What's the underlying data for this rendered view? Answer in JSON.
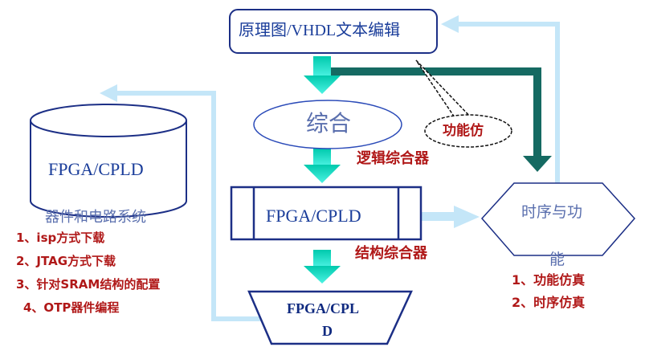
{
  "nodes": {
    "editor": "原理图/VHDL文本编辑",
    "synthesis": "综合",
    "logic_synth": "逻辑综合器",
    "fpga_box": "FPGA/CPLD",
    "struct_synth": "结构综合器",
    "trap_line1": "FPGA/CPL",
    "trap_line2": "D",
    "cyl_title": "FPGA/CPLD",
    "cyl_sub": "器件和电路系统",
    "func_sim": "功能仿",
    "hex_line1": "时序与功",
    "hex_line2": "能"
  },
  "left_list": [
    "1、isp方式下载",
    "2、JTAG方式下载",
    "3、针对SRAM结构的配置",
    "4、OTP器件编程"
  ],
  "right_list": [
    "1、功能仿真",
    "2、时序仿真"
  ],
  "colors": {
    "node_border": "#1c2f86",
    "flow_arrow": "#18e2c8",
    "feedback_arrow": "#c4e6f8",
    "dark_teal": "#156a62",
    "label_red": "#b01818"
  }
}
